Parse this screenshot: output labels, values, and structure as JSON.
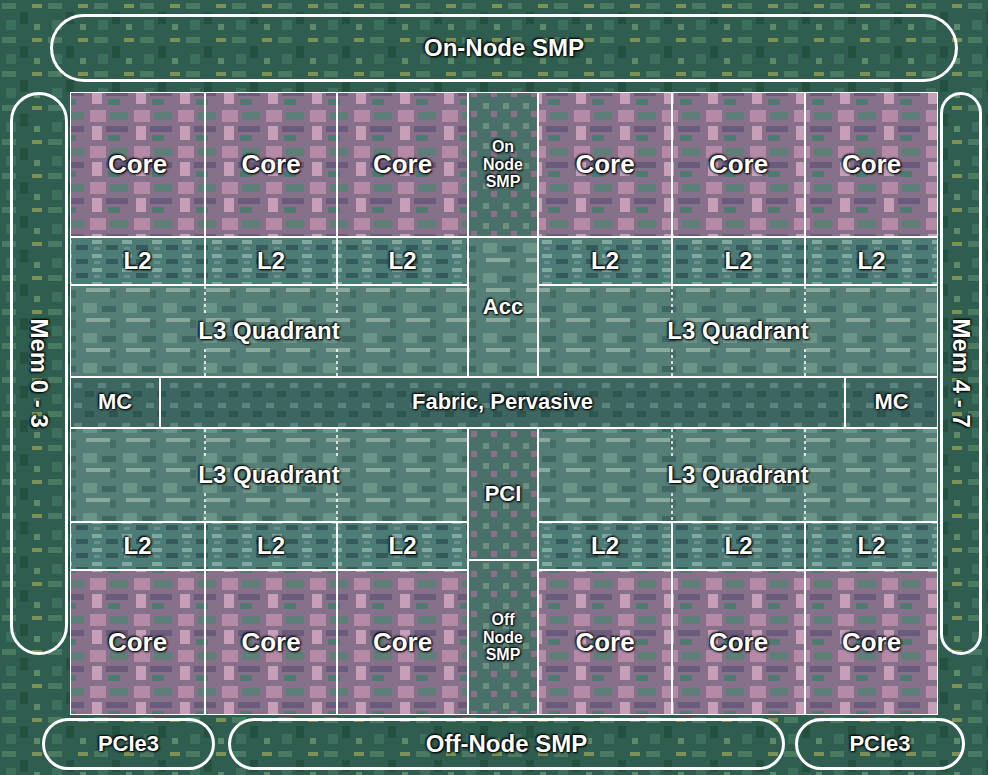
{
  "diagram": {
    "nodes": [
      {
        "text": [
          "On-Node SMP"
        ]
      },
      {
        "text": [
          "Mem 0 - 3"
        ]
      },
      {
        "text": [
          "Mem 4 - 7"
        ]
      },
      {
        "text": [
          "Core"
        ]
      },
      {
        "text": [
          "Core"
        ]
      },
      {
        "text": [
          "Core"
        ]
      },
      {
        "text": [
          "On Node SMP"
        ]
      },
      {
        "text": [
          "Core"
        ]
      },
      {
        "text": [
          "Core"
        ]
      },
      {
        "text": [
          "Core"
        ]
      },
      {
        "text": [
          "L2"
        ]
      },
      {
        "text": [
          "L2"
        ]
      },
      {
        "text": [
          "L2"
        ]
      },
      {
        "text": [
          "Acc"
        ]
      },
      {
        "text": [
          "L2"
        ]
      },
      {
        "text": [
          "L2"
        ]
      },
      {
        "text": [
          "L2"
        ]
      },
      {
        "text": [
          "L3 Quadrant"
        ]
      },
      {
        "text": [
          "L3 Quadrant"
        ]
      },
      {
        "text": [
          "MC"
        ]
      },
      {
        "text": [
          "Fabric, Pervasive"
        ]
      },
      {
        "text": [
          "MC"
        ]
      },
      {
        "text": [
          "L3 Quadrant"
        ]
      },
      {
        "text": [
          "PCI"
        ]
      },
      {
        "text": [
          "L3 Quadrant"
        ]
      },
      {
        "text": [
          "L2"
        ]
      },
      {
        "text": [
          "L2"
        ]
      },
      {
        "text": [
          "L2"
        ]
      },
      {
        "text": [
          "L2"
        ]
      },
      {
        "text": [
          "L2"
        ]
      },
      {
        "text": [
          "L2"
        ]
      },
      {
        "text": [
          "Core"
        ]
      },
      {
        "text": [
          "Core"
        ]
      },
      {
        "text": [
          "Core"
        ]
      },
      {
        "text": [
          "Off Node SMP"
        ]
      },
      {
        "text": [
          "Core"
        ]
      },
      {
        "text": [
          "Core"
        ]
      },
      {
        "text": [
          "Core"
        ]
      },
      {
        "text": [
          "PCIe3"
        ]
      },
      {
        "text": [
          "Off-Node SMP"
        ]
      },
      {
        "text": [
          "PCIe3"
        ]
      }
    ]
  }
}
